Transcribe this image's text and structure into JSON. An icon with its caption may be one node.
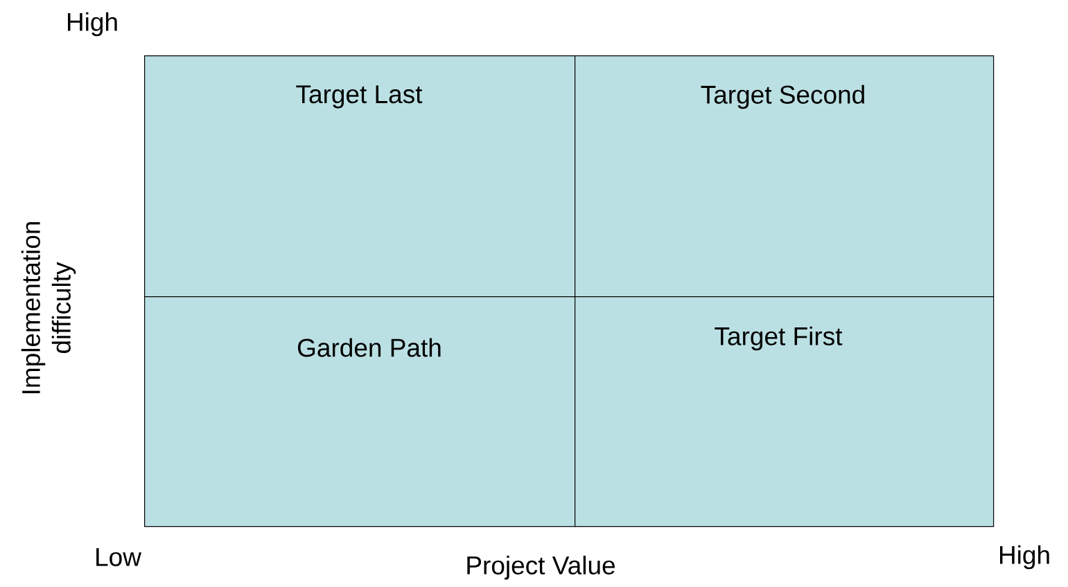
{
  "diagram": {
    "nodes": [
      {
        "text": [
          "Target Last"
        ]
      },
      {
        "text": [
          "Target Second"
        ]
      },
      {
        "text": [
          "Garden Path"
        ]
      },
      {
        "text": [
          "Target First"
        ]
      }
    ],
    "labels": [
      "High",
      "Implementation difficulty",
      "Low",
      "Project Value",
      "High"
    ]
  }
}
